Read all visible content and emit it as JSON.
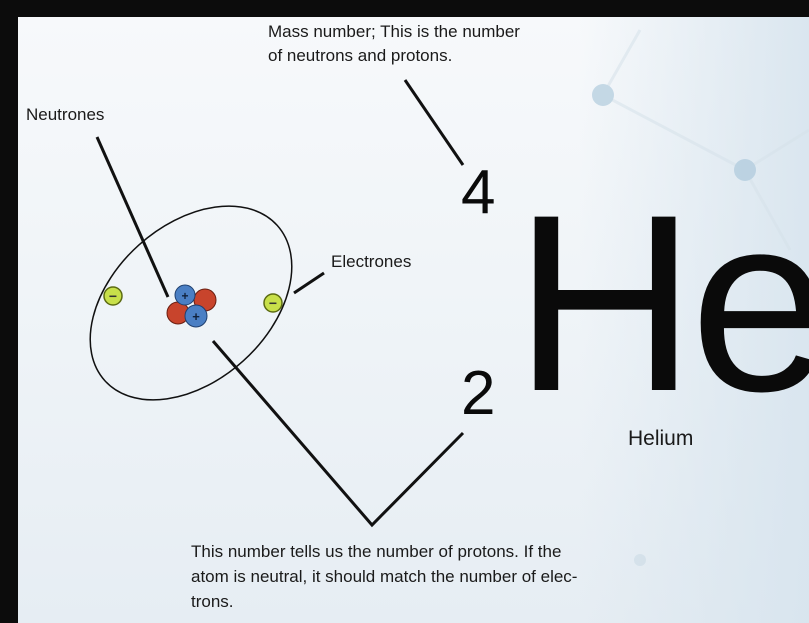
{
  "labels": {
    "mass_line1": "Mass number; This is the number",
    "mass_line2": "of neutrons and protons.",
    "neutrones": "Neutrones",
    "electrones": "Electrones",
    "atomic_line1": "This number tells us the number of protons. If the",
    "atomic_line2": "atom is neutral, it should match the number of elec-",
    "atomic_line3": "trons."
  },
  "element": {
    "symbol": "He",
    "name": "Helium",
    "mass_number": "4",
    "atomic_number": "2"
  },
  "atom": {
    "electron_charge": "−",
    "proton_charge": "+"
  },
  "colors": {
    "electron": "#c8e04a",
    "proton": "#4a7fc4",
    "neutron": "#c8442c"
  }
}
